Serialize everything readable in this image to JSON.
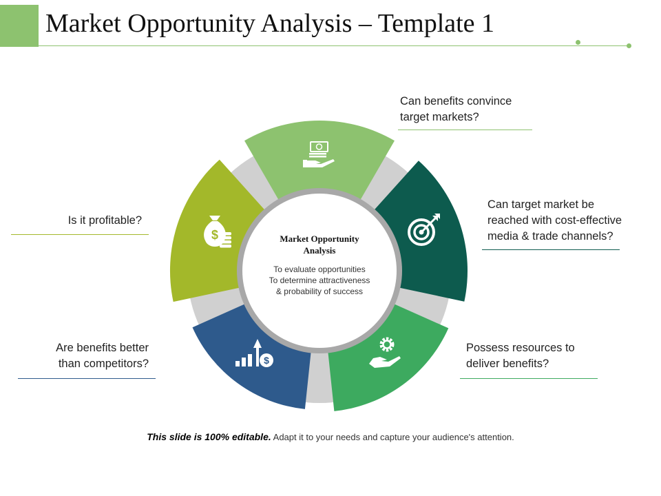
{
  "header": {
    "title": "Market Opportunity Analysis – Template 1",
    "accent_color": "#8dc26f"
  },
  "diagram": {
    "center": {
      "title_lines": [
        "Market Opportunity",
        "Analysis"
      ],
      "lines": [
        "To evaluate opportunities",
        "To determine attractiveness",
        "& probability of success"
      ]
    },
    "segments": [
      {
        "id": "top",
        "icon": "money-hand-icon",
        "color": "#8dc26f",
        "question_lines": [
          "Can benefits convince",
          "target markets?"
        ]
      },
      {
        "id": "right-upper",
        "icon": "target-icon",
        "color": "#0d5b4e",
        "question_lines": [
          "Can target market be",
          "reached with cost-effective",
          "media & trade channels?"
        ]
      },
      {
        "id": "right-lower",
        "icon": "gear-hand-icon",
        "color": "#3daa5f",
        "question_lines": [
          "Possess resources to",
          "deliver benefits?"
        ]
      },
      {
        "id": "left-lower",
        "icon": "growth-chart-dollar-icon",
        "color": "#2e5a8c",
        "question_lines": [
          "Are benefits better",
          "than competitors?"
        ]
      },
      {
        "id": "left-upper",
        "icon": "money-bag-icon",
        "color": "#a3b82a",
        "question_lines": [
          "Is it profitable?"
        ]
      }
    ],
    "ring_color": "#d0d0d0"
  },
  "footer": {
    "bold": "This slide is 100% editable.",
    "rest": " Adapt it to your needs and capture your audience's attention."
  }
}
